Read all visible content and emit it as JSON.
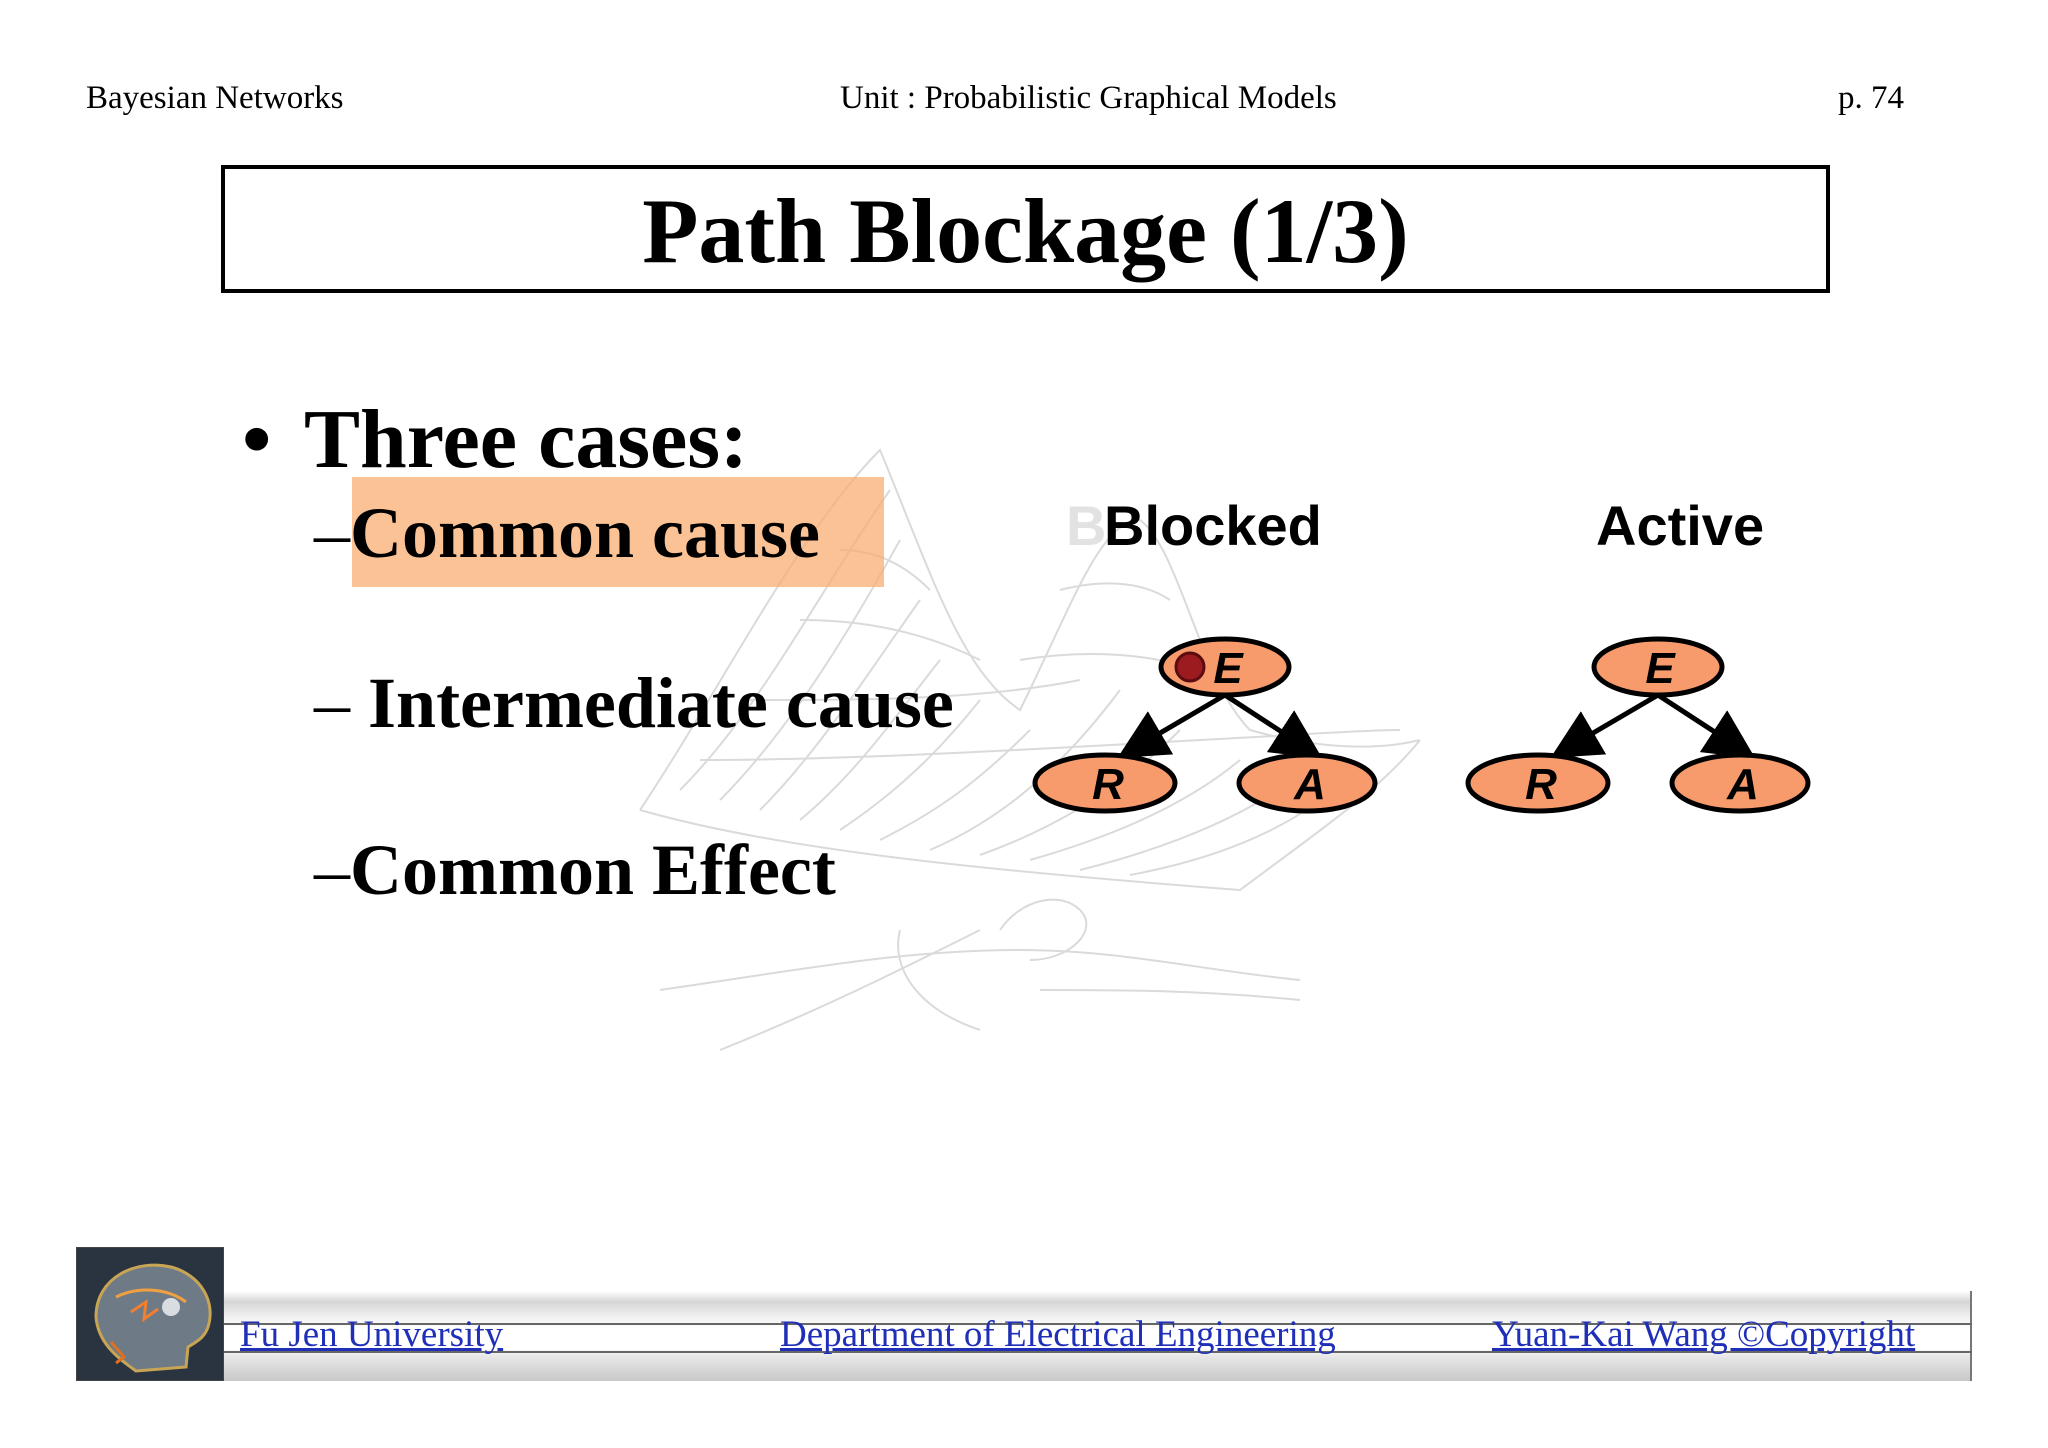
{
  "header": {
    "left": "Bayesian Networks",
    "center": "Unit : Probabilistic Graphical Models",
    "right": "p.  74"
  },
  "title": "Path Blockage (1/3)",
  "bullet": {
    "symbol": "•",
    "text": "Three cases:",
    "items": [
      {
        "dash": "–",
        "label": "Common cause"
      },
      {
        "dash": "– ",
        "label": "Intermediate cause"
      },
      {
        "dash": "–",
        "label": "Common Effect"
      }
    ]
  },
  "diagrams": {
    "blocked": {
      "label": "Blocked",
      "ghost_letter": "B",
      "nodes": {
        "top": "E",
        "left": "R",
        "right": "A"
      },
      "top_observed": true
    },
    "active": {
      "label": "Active",
      "nodes": {
        "top": "E",
        "left": "R",
        "right": "A"
      },
      "top_observed": false
    }
  },
  "colors": {
    "node_fill": "#f79b6d",
    "highlight": "#faaa6e",
    "observed_dot": "#9b1b1f",
    "footer_link": "#1f2fb8"
  },
  "footer": {
    "logo_icon": "head-scan-icon",
    "university": "Fu Jen University",
    "department": "Department of Electrical Engineering",
    "copyright": "Yuan-Kai Wang ©Copyright"
  }
}
